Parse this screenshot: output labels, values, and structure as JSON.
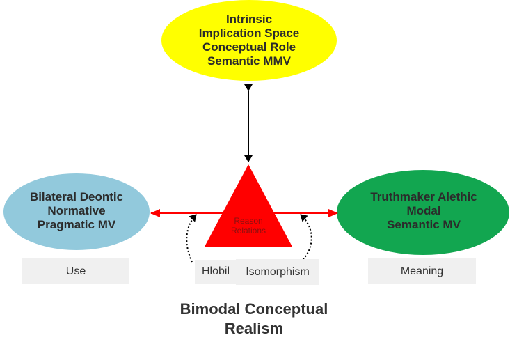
{
  "diagram": {
    "title_line1": "Bimodal Conceptual",
    "title_line2": "Realism",
    "top_node": {
      "lines": [
        "Intrinsic",
        "Implication Space",
        "Conceptual Role",
        "Semantic MMV"
      ],
      "color": "#ffff00"
    },
    "left_node": {
      "lines": [
        "Bilateral Deontic",
        "Normative",
        "Pragmatic MV"
      ],
      "color": "#92c9dc"
    },
    "right_node": {
      "lines": [
        "Truthmaker Alethic",
        "Modal",
        "Semantic MV"
      ],
      "color": "#12a650"
    },
    "center_node": {
      "lines": [
        "Reason",
        "Relations"
      ],
      "color": "#ff0000"
    },
    "labels": {
      "use": "Use",
      "meaning": "Meaning",
      "hlobil": "Hlobil",
      "isomorphism": "Isomorphism"
    },
    "edge_colors": {
      "vertical": "#000000",
      "horizontal": "#ff0000"
    }
  }
}
